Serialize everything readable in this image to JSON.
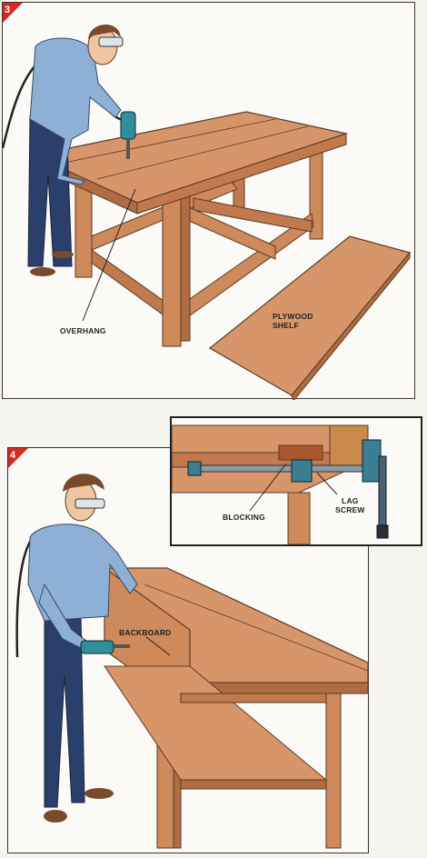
{
  "panel_3": {
    "step_number": "3",
    "labels": {
      "overhang": "OVERHANG",
      "plywood_shelf_line1": "PLYWOOD",
      "plywood_shelf_line2": "SHELF"
    }
  },
  "panel_4": {
    "step_number": "4",
    "labels": {
      "backboard": "BACKBOARD",
      "blocking": "BLOCKING",
      "lag_screw_line1": "LAG",
      "lag_screw_line2": "SCREW"
    }
  },
  "colors": {
    "wood": "#cf8a5c",
    "wood_dark": "#b06c42",
    "shirt": "#8fb0d6",
    "pants": "#2b3f6c",
    "drill": "#2f8f9a",
    "badge": "#d42a24"
  }
}
